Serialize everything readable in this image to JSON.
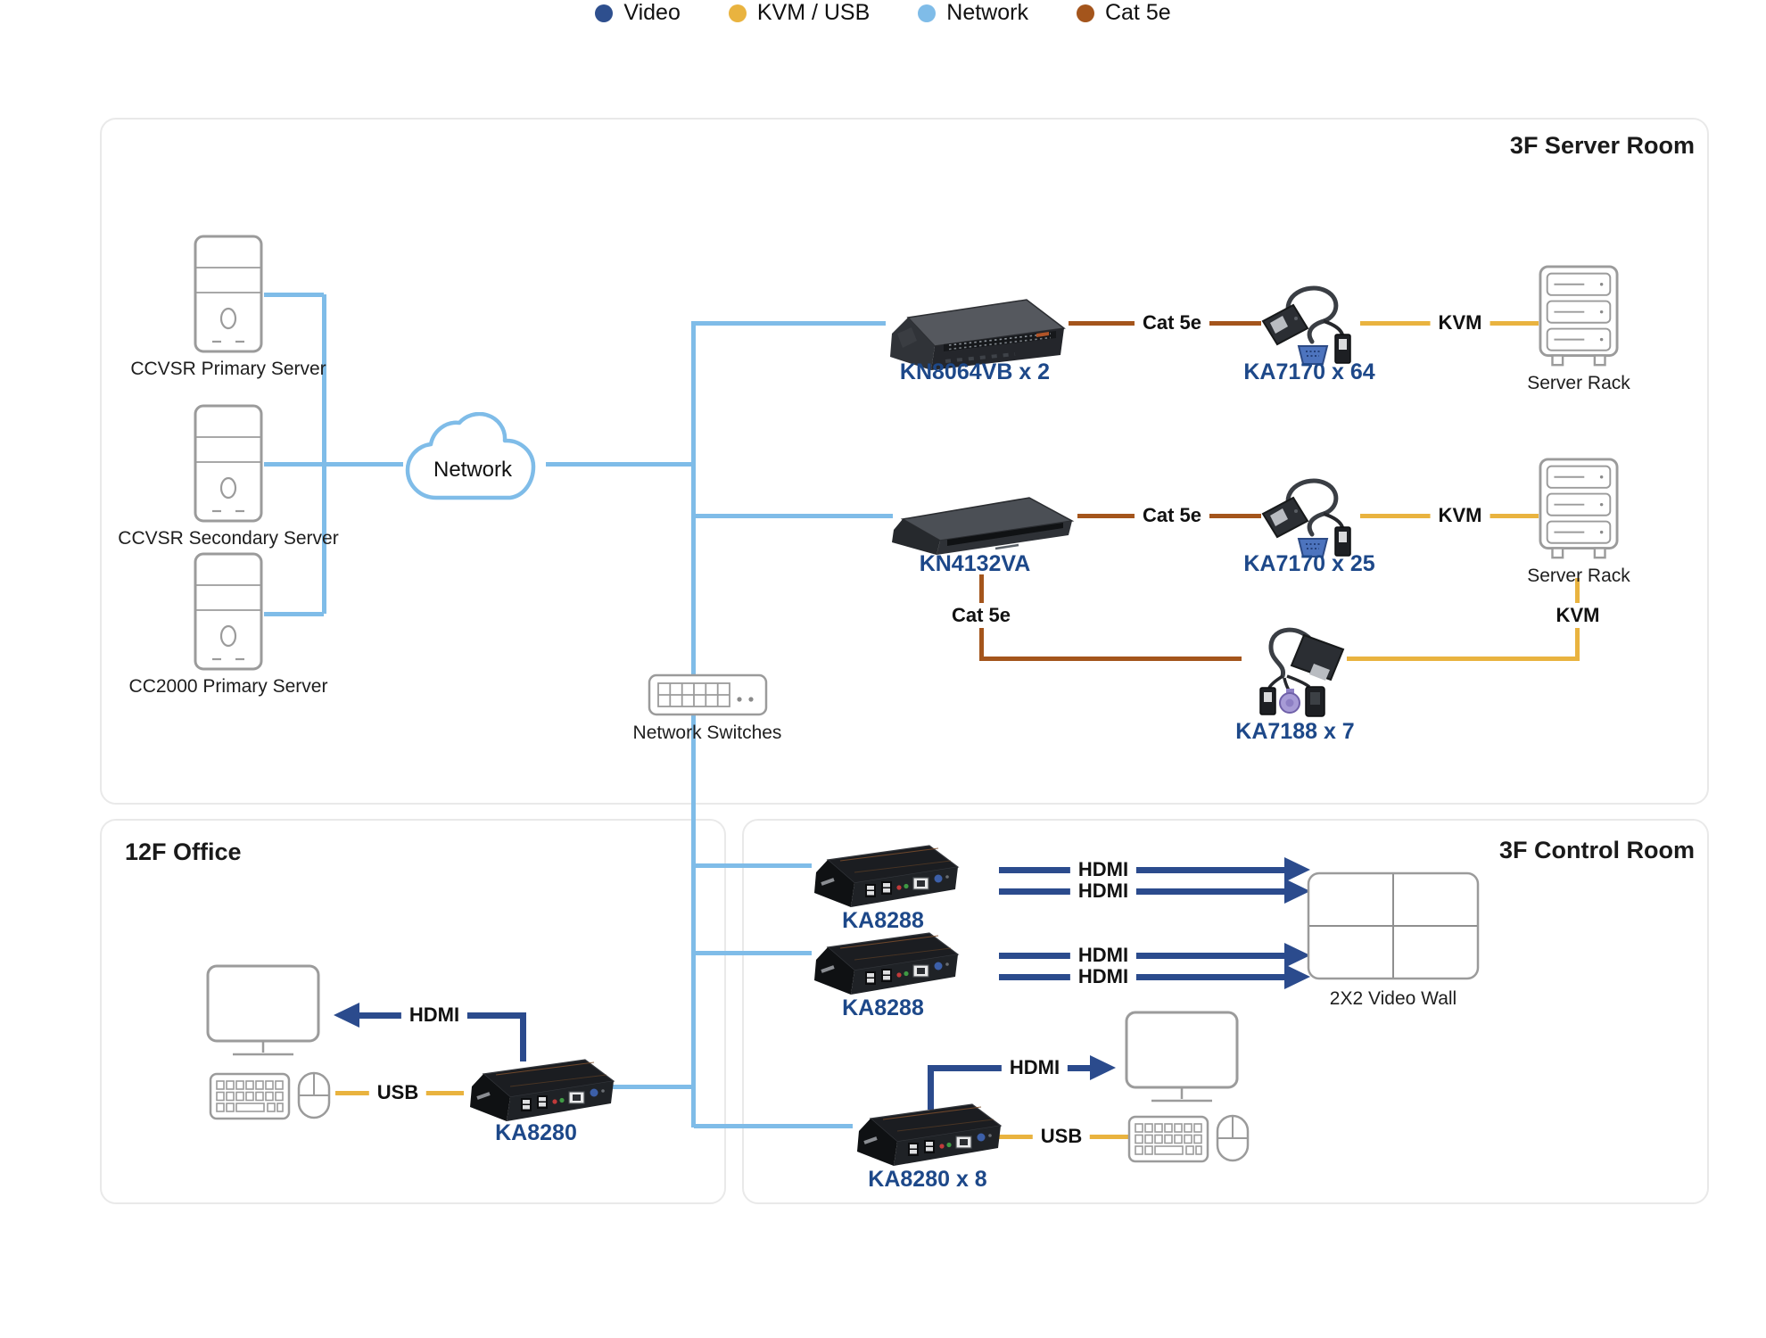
{
  "sections": {
    "server_room": "3F Server Room",
    "office": "12F Office",
    "control_room": "3F Control Room"
  },
  "servers": {
    "ccvsr_primary": "CCVSR Primary Server",
    "ccvsr_secondary": "CCVSR Secondary Server",
    "cc2000_primary": "CC2000 Primary Server"
  },
  "network": {
    "cloud_label": "Network",
    "switches_label": "Network Switches"
  },
  "devices": {
    "kn8064vb": "KN8064VB x 2",
    "kn4132va": "KN4132VA",
    "ka7170_top": "KA7170 x 64",
    "ka7170_mid": "KA7170 x 25",
    "ka7188": "KA7188 x 7",
    "ka8288_top": "KA8288",
    "ka8288_bottom": "KA8288",
    "ka8280_office": "KA8280",
    "ka8280_control": "KA8280 x 8"
  },
  "endpoints": {
    "server_rack_top": "Server Rack",
    "server_rack_mid": "Server Rack",
    "video_wall": "2X2 Video Wall"
  },
  "connections": {
    "cat5e": "Cat 5e",
    "kvm": "KVM",
    "hdmi": "HDMI",
    "usb": "USB"
  },
  "legend": {
    "items": [
      {
        "label": "Video",
        "color": "#2e4f8e"
      },
      {
        "label": "KVM / USB",
        "color": "#e9b33f"
      },
      {
        "label": "Network",
        "color": "#7fbce8"
      },
      {
        "label": "Cat 5e",
        "color": "#a4551c"
      }
    ]
  }
}
